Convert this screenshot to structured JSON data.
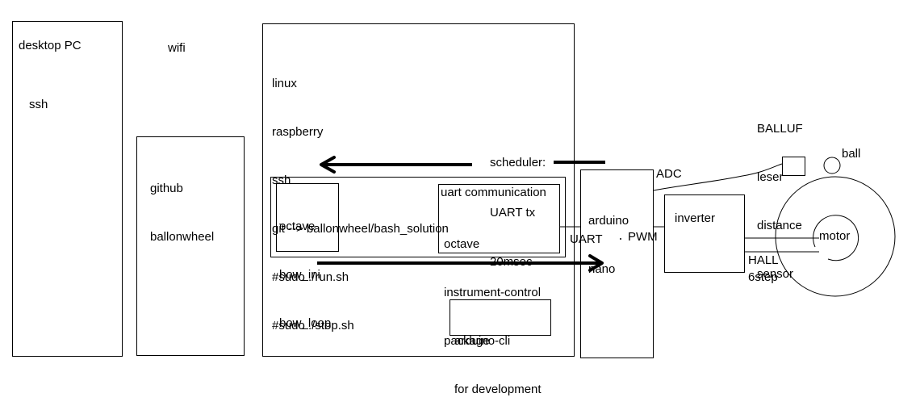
{
  "desktop": {
    "title": "desktop PC",
    "ssh": "ssh"
  },
  "wifi": {
    "label": "wifi"
  },
  "github": {
    "lines": [
      "github",
      "ballonwheel"
    ]
  },
  "raspberry": {
    "lines": [
      "linux",
      "raspberry",
      "ssh",
      "git --> ballonwheel/bash_solution",
      "#sudo ./run.sh",
      "#sudo ./stop.sh"
    ]
  },
  "scheduler": {
    "lines": [
      "scheduler:",
      "UART tx",
      "20msec"
    ]
  },
  "octave_box": {
    "lines": [
      "octave",
      "bow_ini",
      "bow_loop"
    ]
  },
  "uart_box": {
    "title": "uart communication",
    "lines": [
      "octave",
      "instrument-control",
      "package"
    ]
  },
  "arduino_cli": {
    "lines": [
      "arduino-cli",
      "for development"
    ]
  },
  "arduino": {
    "lines": [
      "arduino",
      "nano"
    ]
  },
  "signals": {
    "uart": "UART",
    "pwm": "PWM",
    "adc": "ADC",
    "hall": "HALL",
    "six_step": "6step"
  },
  "inverter": {
    "label": "inverter"
  },
  "sensor": {
    "lines": [
      "BALLUF",
      "leser",
      "distance",
      "sensor"
    ]
  },
  "ball": {
    "label": "ball"
  },
  "motor": {
    "label": "motor"
  }
}
